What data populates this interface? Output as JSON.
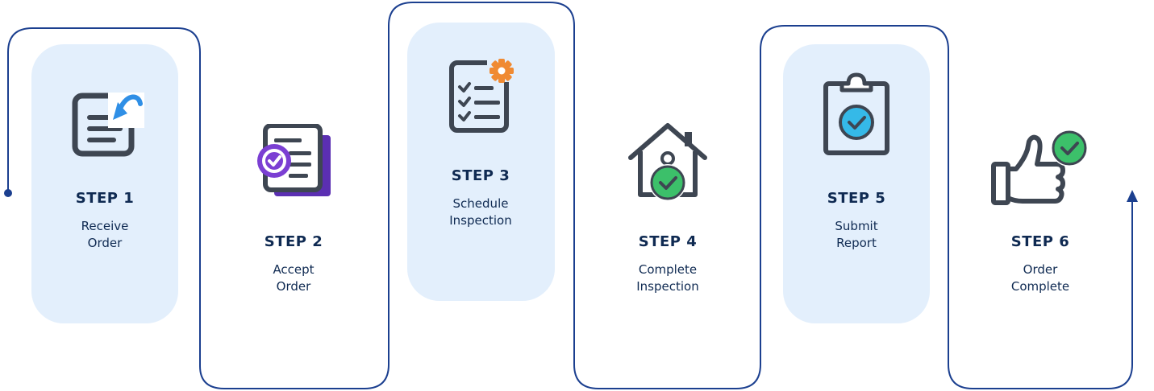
{
  "colors": {
    "line": "#1b3f8f",
    "card": "#e3effc",
    "text": "#0f2a52",
    "icon_stroke": "#3e4652",
    "check_green": "#3cc06a",
    "check_teal": "#35b9e8",
    "accent_blue": "#2f8fe6",
    "accent_purple": "#7b3fd3",
    "accent_orange": "#f08a32"
  },
  "steps": [
    {
      "title": "STEP 1",
      "label_line1": "Receive",
      "label_line2": "Order",
      "icon": "receive-document-icon"
    },
    {
      "title": "STEP 2",
      "label_line1": "Accept",
      "label_line2": "Order",
      "icon": "accepted-documents-icon"
    },
    {
      "title": "STEP 3",
      "label_line1": "Schedule",
      "label_line2": "Inspection",
      "icon": "checklist-settings-icon"
    },
    {
      "title": "STEP 4",
      "label_line1": "Complete",
      "label_line2": "Inspection",
      "icon": "house-check-icon"
    },
    {
      "title": "STEP 5",
      "label_line1": "Submit",
      "label_line2": "Report",
      "icon": "clipboard-check-icon"
    },
    {
      "title": "STEP 6",
      "label_line1": "Order",
      "label_line2": "Complete",
      "icon": "thumbs-up-check-icon"
    }
  ]
}
